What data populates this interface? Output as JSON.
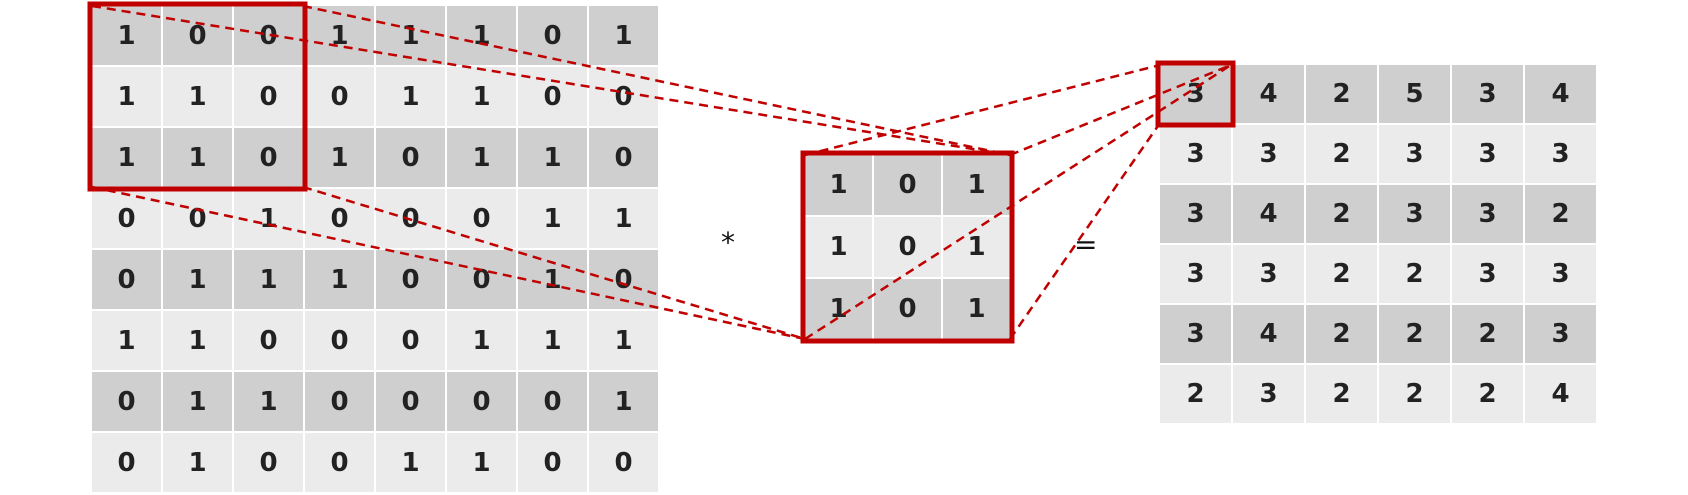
{
  "colors": {
    "highlight": "#c00000",
    "row_dark": "#cfcfcf",
    "row_light": "#ebebeb",
    "text": "#222222"
  },
  "input_matrix": [
    [
      "1",
      "0",
      "0",
      "1",
      "1",
      "1",
      "0",
      "1"
    ],
    [
      "1",
      "1",
      "0",
      "0",
      "1",
      "1",
      "0",
      "0"
    ],
    [
      "1",
      "1",
      "0",
      "1",
      "0",
      "1",
      "1",
      "0"
    ],
    [
      "0",
      "0",
      "1",
      "0",
      "0",
      "0",
      "1",
      "1"
    ],
    [
      "0",
      "1",
      "1",
      "1",
      "0",
      "0",
      "1",
      "0"
    ],
    [
      "1",
      "1",
      "0",
      "0",
      "0",
      "1",
      "1",
      "1"
    ],
    [
      "0",
      "1",
      "1",
      "0",
      "0",
      "0",
      "0",
      "1"
    ],
    [
      "0",
      "1",
      "0",
      "0",
      "1",
      "1",
      "0",
      "0"
    ]
  ],
  "kernel_matrix": [
    [
      "1",
      "0",
      "1"
    ],
    [
      "1",
      "0",
      "1"
    ],
    [
      "1",
      "0",
      "1"
    ]
  ],
  "output_matrix": [
    [
      "3",
      "4",
      "2",
      "5",
      "3",
      "4"
    ],
    [
      "3",
      "3",
      "2",
      "3",
      "3",
      "3"
    ],
    [
      "3",
      "4",
      "2",
      "3",
      "3",
      "2"
    ],
    [
      "3",
      "3",
      "2",
      "2",
      "3",
      "3"
    ],
    [
      "3",
      "4",
      "2",
      "2",
      "2",
      "3"
    ],
    [
      "2",
      "3",
      "2",
      "2",
      "2",
      "4"
    ]
  ],
  "operators": {
    "multiply": "*",
    "equals": "="
  },
  "highlight": {
    "input_window": {
      "row": 0,
      "col": 0,
      "size": 3
    },
    "output_cell": {
      "row": 0,
      "col": 0
    }
  }
}
